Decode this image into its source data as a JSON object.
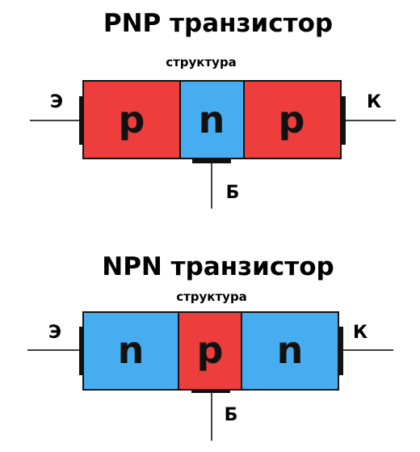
{
  "colors": {
    "p_region": "#ee3d3d",
    "n_region": "#46aef0",
    "outline": "#111111",
    "contact": "#111111"
  },
  "diagrams": [
    {
      "title": "PNP транзистор",
      "structure_label": "структура",
      "regions": [
        {
          "letter": "p",
          "type": "p"
        },
        {
          "letter": "n",
          "type": "n"
        },
        {
          "letter": "p",
          "type": "p"
        }
      ],
      "terminals": {
        "emitter": "Э",
        "collector": "К",
        "base": "Б"
      }
    },
    {
      "title": "NPN транзистор",
      "structure_label": "структура",
      "regions": [
        {
          "letter": "n",
          "type": "n"
        },
        {
          "letter": "p",
          "type": "p"
        },
        {
          "letter": "n",
          "type": "n"
        }
      ],
      "terminals": {
        "emitter": "Э",
        "collector": "К",
        "base": "Б"
      }
    }
  ]
}
